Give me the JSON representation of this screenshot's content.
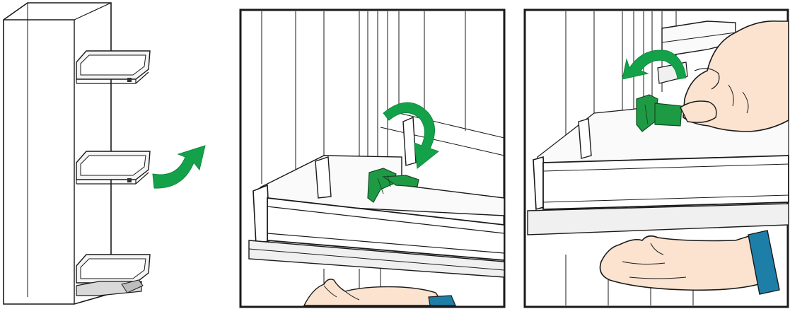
{
  "figure": {
    "panels": [
      {
        "id": "overview",
        "step": 1
      },
      {
        "id": "clip-release",
        "step": 2
      },
      {
        "id": "clip-removal",
        "step": 3
      }
    ],
    "colors": {
      "accent_green": "#13a24a",
      "clip_green": "#1f9a44",
      "outline": "#1a1a1a",
      "skin": "#fbe3cf",
      "sleeve": "#1d7fa8"
    },
    "icons": [
      "curved-arrow-icon",
      "rotate-arrow-icon",
      "hand-icon"
    ]
  }
}
